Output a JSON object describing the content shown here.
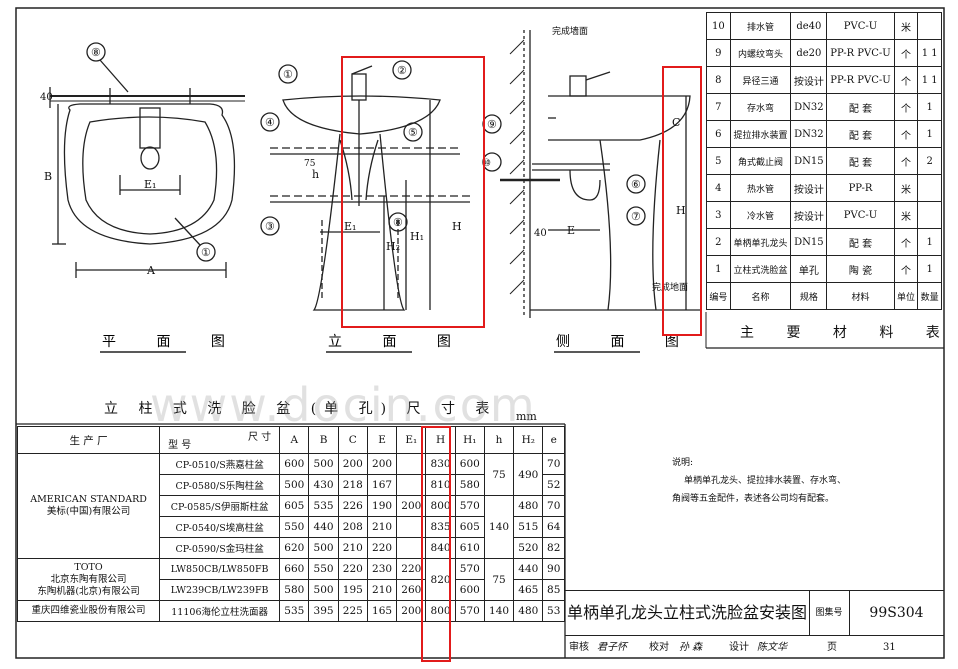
{
  "views": {
    "plan": "平 面 图",
    "elevation": "立 面 图",
    "side": "侧 面 图"
  },
  "drawing_labels": {
    "A": "A",
    "B": "B",
    "C": "C",
    "E": "E",
    "E1": "E₁",
    "H": "H",
    "H1": "H₁",
    "H2": "H₂",
    "h": "h",
    "d40": "40",
    "d75": "75",
    "d40b": "40",
    "wall": "完成墙面",
    "floor": "完成地面",
    "c1": "①",
    "c2": "②",
    "c3": "③",
    "c4": "④",
    "c5": "⑤",
    "c6": "⑥",
    "c7": "⑦",
    "c8": "⑧",
    "c9": "⑨",
    "c10": "⑩",
    "c8b": "⑧"
  },
  "materials": {
    "title": "主 要 材 料 表",
    "header": [
      "编号",
      "名称",
      "规格",
      "材料",
      "单位",
      "数量"
    ],
    "rows": [
      [
        "10",
        "排水管",
        "de40",
        "PVC-U",
        "米",
        ""
      ],
      [
        "9",
        "内螺纹弯头",
        "de20",
        "PP-R PVC-U",
        "个",
        "1 1"
      ],
      [
        "8",
        "异径三通",
        "按设计",
        "PP-R PVC-U",
        "个",
        "1 1"
      ],
      [
        "7",
        "存水弯",
        "DN32",
        "配 套",
        "个",
        "1"
      ],
      [
        "6",
        "提拉排水装置",
        "DN32",
        "配 套",
        "个",
        "1"
      ],
      [
        "5",
        "角式截止阀",
        "DN15",
        "配 套",
        "个",
        "2"
      ],
      [
        "4",
        "热水管",
        "按设计",
        "PP-R",
        "米",
        ""
      ],
      [
        "3",
        "冷水管",
        "按设计",
        "PVC-U",
        "米",
        ""
      ],
      [
        "2",
        "单柄单孔龙头",
        "DN15",
        "配 套",
        "个",
        "1"
      ],
      [
        "1",
        "立柱式洗脸盆",
        "单孔",
        "陶 瓷",
        "个",
        "1"
      ]
    ]
  },
  "dimensions": {
    "title": "立 柱 式 洗 脸 盆 (单 孔) 尺 寸 表",
    "unit": "mm",
    "header": {
      "maker": "生 产 厂",
      "model": "型 号",
      "size": "尺 寸",
      "cols": [
        "A",
        "B",
        "C",
        "E",
        "E₁",
        "H",
        "H₁",
        "h",
        "H₂",
        "e"
      ]
    },
    "makers": [
      "AMERICAN STANDARD\n美标(中国)有限公司",
      "TOTO\n北京东陶有限公司\n东陶机器(北京)有限公司",
      "重庆四维瓷业股份有限公司"
    ],
    "rows": [
      [
        "CP-0510/S燕嘉柱盆",
        "600",
        "500",
        "200",
        "200",
        "",
        "830",
        "600",
        "75",
        "490",
        "70"
      ],
      [
        "CP-0580/S乐陶柱盆",
        "500",
        "430",
        "218",
        "167",
        "",
        "810",
        "580",
        "",
        "",
        "52"
      ],
      [
        "CP-0585/S伊丽斯柱盆",
        "605",
        "535",
        "226",
        "190",
        "200",
        "800",
        "570",
        "140",
        "480",
        "70"
      ],
      [
        "CP-0540/S埃高柱盆",
        "550",
        "440",
        "208",
        "210",
        "",
        "835",
        "605",
        "",
        "515",
        "64"
      ],
      [
        "CP-0590/S金玛柱盆",
        "620",
        "500",
        "210",
        "220",
        "",
        "840",
        "610",
        "",
        "520",
        "82"
      ],
      [
        "LW850CB/LW850FB",
        "660",
        "550",
        "220",
        "230",
        "220",
        "820",
        "570",
        "75",
        "440",
        "90"
      ],
      [
        "LW239CB/LW239FB",
        "580",
        "500",
        "195",
        "210",
        "260",
        "",
        "600",
        "",
        "465",
        "85"
      ],
      [
        "11106海伦立柱洗面器",
        "535",
        "395",
        "225",
        "165",
        "200",
        "800",
        "570",
        "140",
        "480",
        "53"
      ]
    ]
  },
  "notes": {
    "title": "说明:",
    "line1": "单柄单孔龙头、提拉排水装置、存水弯、",
    "line2": "角阀等五金配件，表述各公司均有配套。"
  },
  "title_block": {
    "title": "单柄单孔龙头立柱式洗脸盆安装图",
    "atlas_label": "图集号",
    "atlas_no": "99S304",
    "review": "审核",
    "review_name": "君子怀",
    "check": "校对",
    "check_name": "孙 森",
    "design": "设计",
    "design_name": "陈文华",
    "page_label": "页",
    "page_no": "31"
  },
  "watermark": "www.docin.com",
  "colors": {
    "highlight": "#e21b1b",
    "line": "#222222"
  }
}
